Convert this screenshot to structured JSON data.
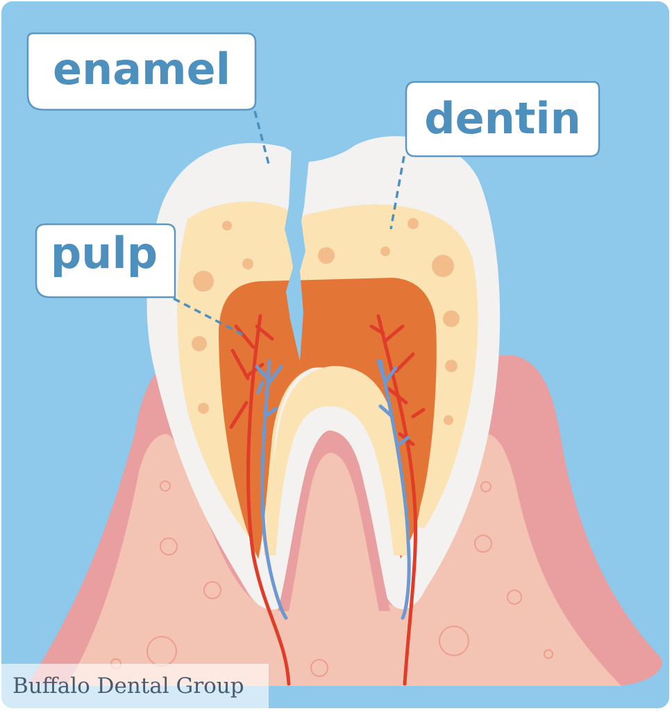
{
  "labels": {
    "enamel": "enamel",
    "dentin": "dentin",
    "pulp": "pulp"
  },
  "watermark": "Buffalo Dental Group",
  "colors": {
    "background": "#8ec8ea",
    "enamel": "#f3f2f0",
    "dentin": "#fbe3b3",
    "dentin_spots": "#f3bd8b",
    "pulp": "#e37637",
    "gum": "#e99ea0",
    "bone": "#f3c4b4",
    "artery": "#e03c2a",
    "vein": "#6e98d0",
    "label_text": "#4d8fbd",
    "label_border": "#5a97c2"
  }
}
